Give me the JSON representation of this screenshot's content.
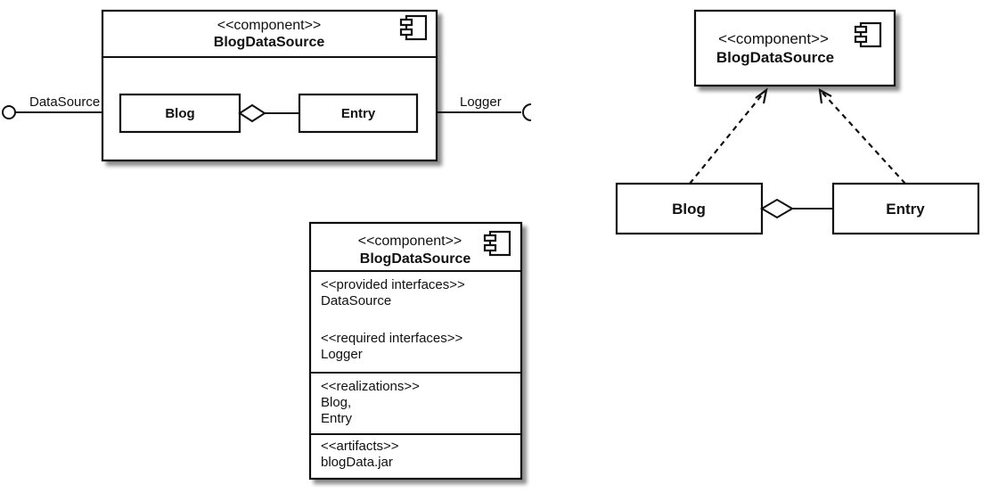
{
  "left_diagram": {
    "stereotype": "<<component>>",
    "name": "BlogDataSource",
    "provided_interface": "DataSource",
    "required_interface": "Logger",
    "inner_parts": [
      "Blog",
      "Entry"
    ]
  },
  "right_diagram": {
    "stereotype": "<<component>>",
    "name": "BlogDataSource",
    "realizing_classes": [
      "Blog",
      "Entry"
    ]
  },
  "middle_diagram": {
    "stereotype": "<<component>>",
    "name": "BlogDataSource",
    "sections": {
      "interfaces": {
        "provided_label": "<<provided interfaces>>",
        "provided_value": "DataSource",
        "required_label": "<<required interfaces>>",
        "required_value": "Logger"
      },
      "realizations": {
        "label": "<<realizations>>",
        "line1": "Blog,",
        "line2": "Entry"
      },
      "artifacts": {
        "label": "<<artifacts>>",
        "value": "blogData.jar"
      }
    }
  }
}
